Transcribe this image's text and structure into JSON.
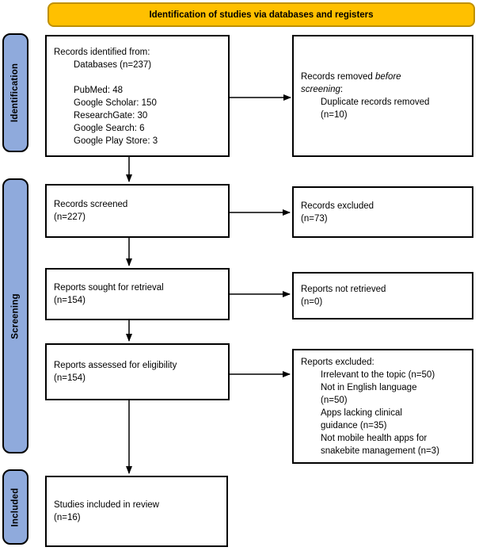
{
  "header": {
    "title": "Identification of studies via databases and registers"
  },
  "sidebar": {
    "identification_label": "Identification",
    "screening_label": "Screening",
    "included_label": "Included"
  },
  "flow": {
    "records_identified": {
      "intro": "Records identified from:",
      "database_total": "Databases (n=237)",
      "sources": [
        "PubMed: 48",
        "Google Scholar: 150",
        "ResearchGate: 30",
        "Google Search: 6",
        "Google Play Store: 3"
      ]
    },
    "records_removed": {
      "line1_normal": "Records removed ",
      "line1_italic": "before",
      "line2_italic": "screening",
      "line2_suffix": ":",
      "item_lines": [
        "Duplicate records removed",
        "(n=10)"
      ]
    },
    "records_screened": {
      "line1": "Records screened",
      "line2": "(n=227)"
    },
    "records_excluded": {
      "line1": "Records excluded",
      "line2": "(n=73)"
    },
    "reports_sought": {
      "line1": "Reports sought for retrieval",
      "line2": "(n=154)"
    },
    "reports_not_retrieved": {
      "line1": "Reports not retrieved",
      "line2": "(n=0)"
    },
    "reports_assessed": {
      "line1": "Reports assessed for eligibility",
      "line2": "(n=154)"
    },
    "reports_excluded": {
      "heading": "Reports excluded:",
      "reason_lines": [
        "Irrelevant to the topic (n=50)",
        "Not in English language",
        "(n=50)",
        "Apps lacking clinical",
        "guidance (n=35)",
        "Not mobile health apps for",
        "snakebite management (n=3)"
      ]
    },
    "studies_included": {
      "line1": "Studies included in review",
      "line2": "(n=16)"
    }
  },
  "colors": {
    "banner_fill": "#FFC000",
    "banner_border": "#BF9000",
    "stage_fill": "#8FAADC",
    "box_border": "#000000",
    "arrow_color": "#000000"
  }
}
